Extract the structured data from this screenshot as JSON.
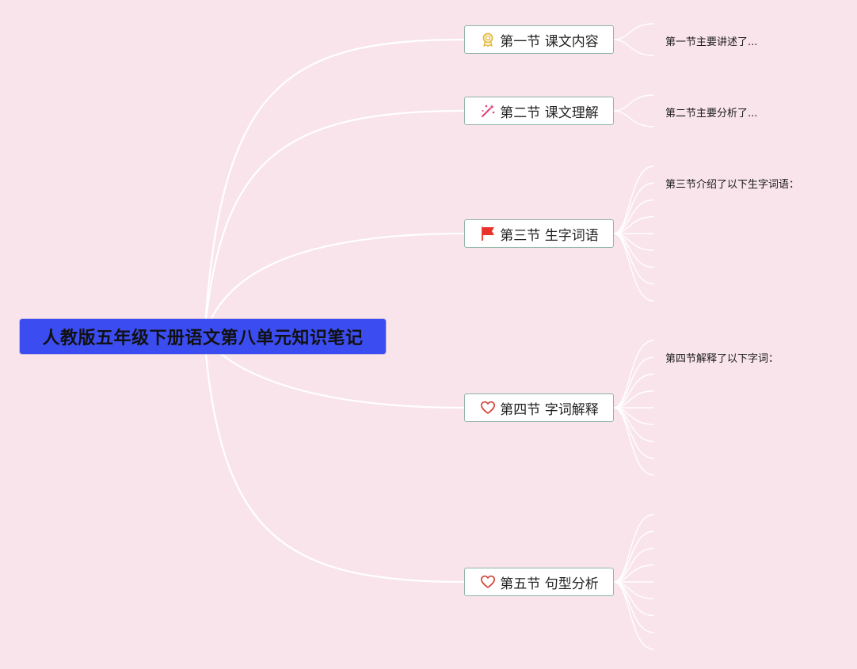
{
  "root": {
    "title": "人教版五年级下册语文第八单元知识笔记"
  },
  "sections": [
    {
      "label": "第一节 课文内容",
      "icon": "award-ribbon-icon",
      "summary": "第一节主要讲述了...",
      "leaf_count": 2
    },
    {
      "label": "第二节 课文理解",
      "icon": "magic-wand-sparkle-icon",
      "summary": "第二节主要分析了...",
      "leaf_count": 2
    },
    {
      "label": "第三节 生字词语",
      "icon": "red-flag-icon",
      "summary": "第三节介绍了以下生字词语：",
      "leaf_count": 9
    },
    {
      "label": "第四节 字词解释",
      "icon": "heart-outline-icon",
      "summary": "第四节解释了以下字词：",
      "leaf_count": 9
    },
    {
      "label": "第五节 句型分析",
      "icon": "heart-outline-icon",
      "summary": "",
      "leaf_count": 9
    }
  ],
  "colors": {
    "background": "#f9e4ec",
    "root_fill": "#3b4df0",
    "node_border": "#8fb5a6",
    "connector": "#ffffff",
    "flag_red": "#e8332a",
    "heart_red": "#d4453a",
    "award_gold": "#e5b83a",
    "wand_pink": "#e0407a"
  }
}
